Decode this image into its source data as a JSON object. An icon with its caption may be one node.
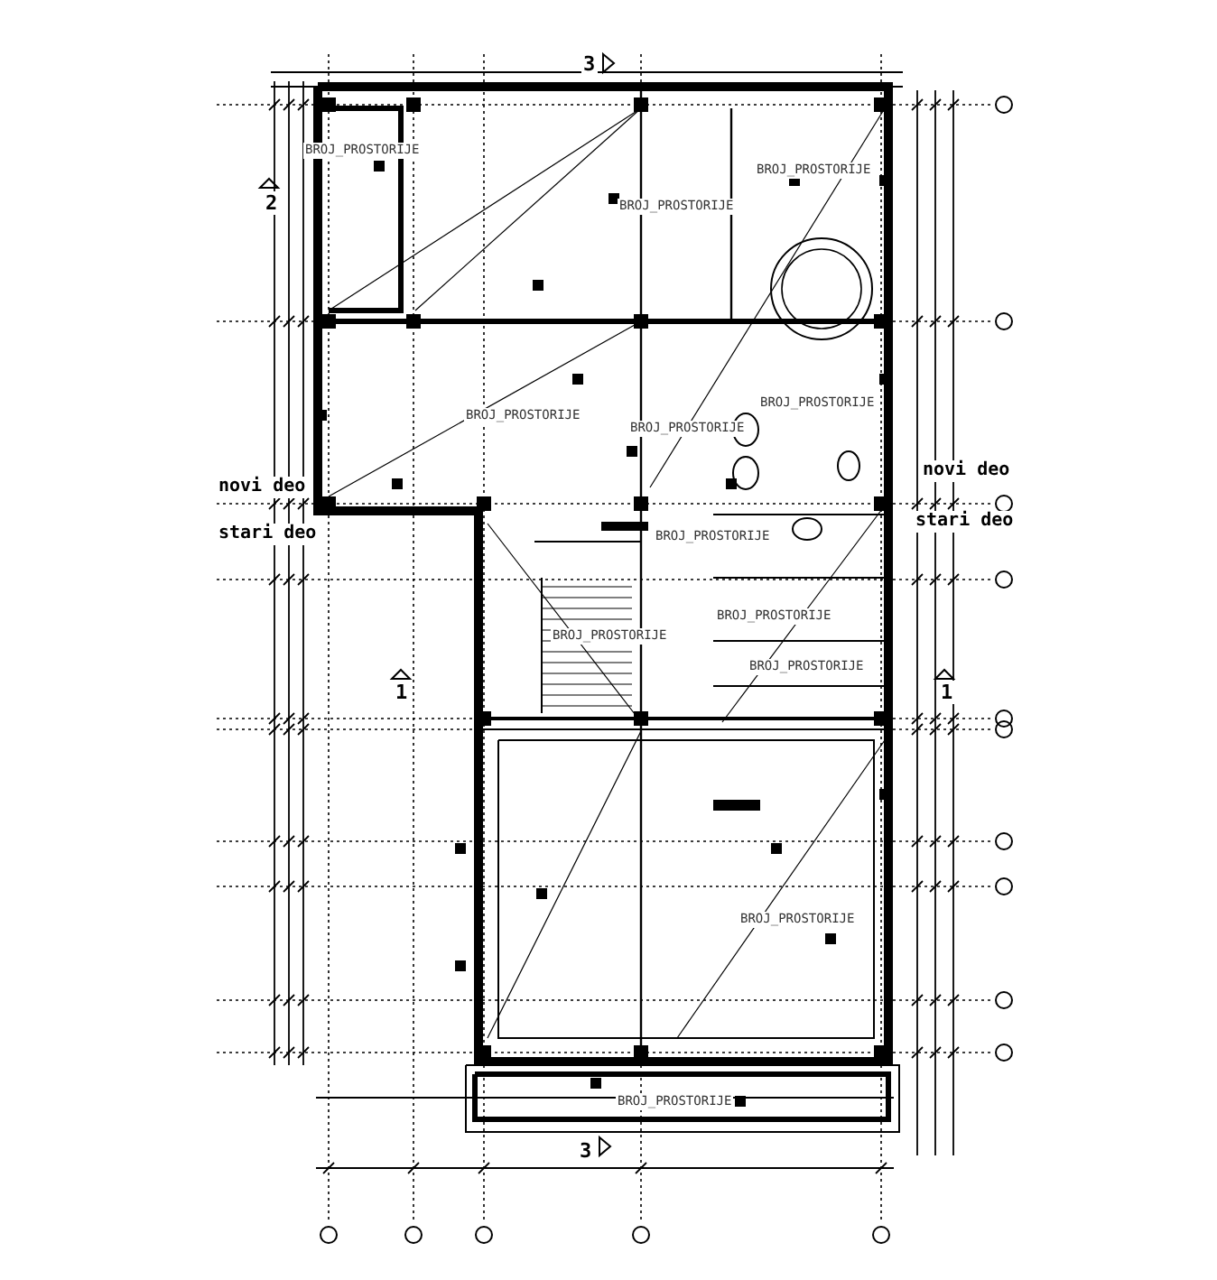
{
  "diagram": {
    "labels": [
      "BROJ_PROSTORIJE",
      "BROJ_PROSTORIJE",
      "BROJ_PROSTORIJE",
      "BROJ_PROSTORIJE",
      "BROJ_PROSTORIJE",
      "BROJ_PROSTORIJE",
      "BROJ_PROSTORIJE",
      "BROJ_PROSTORIJE",
      "BROJ_PROSTORIJE",
      "BROJ_PROSTORIJE",
      "BROJ_PROSTORIJE",
      "BROJ_PROSTORIJE",
      "novi deo",
      "stari deo",
      "novi deo",
      "stari deo",
      "3",
      "3",
      "2",
      "1",
      "1"
    ]
  }
}
